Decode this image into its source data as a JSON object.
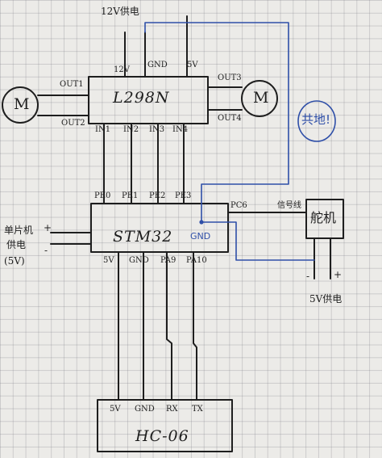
{
  "diagram": {
    "supply_12v": "12V供电",
    "l298n": {
      "name": "L298N",
      "pins_top": [
        "12V",
        "GND",
        "5V"
      ],
      "pins_bottom": [
        "IN1",
        "IN2",
        "IN3",
        "IN4"
      ],
      "outputs": [
        "OUT1",
        "OUT2",
        "OUT3",
        "OUT4"
      ]
    },
    "motor_label": "M",
    "stm32": {
      "name": "STM32",
      "pins_top": [
        "PE0",
        "PE1",
        "PE2",
        "PE3"
      ],
      "pin_pc6": "PC6",
      "pin_gnd": "GND",
      "pins_bottom": [
        "5V",
        "GND",
        "PA9",
        "PA10"
      ]
    },
    "mcu_power": {
      "line1": "单片机",
      "line2": "供电",
      "line3": "(5V)",
      "plus": "+",
      "minus": "-"
    },
    "servo": {
      "name": "舵机",
      "signal": "信号线",
      "minus": "-",
      "plus": "+",
      "power": "5V供电"
    },
    "common_ground_note": "共地!",
    "hc06": {
      "name": "HC-06",
      "pins": [
        "5V",
        "GND",
        "RX",
        "TX"
      ]
    },
    "colors": {
      "ink": "#1e1e1e",
      "note_blue": "#2f4fa8",
      "paper": "#ecebe8"
    }
  }
}
